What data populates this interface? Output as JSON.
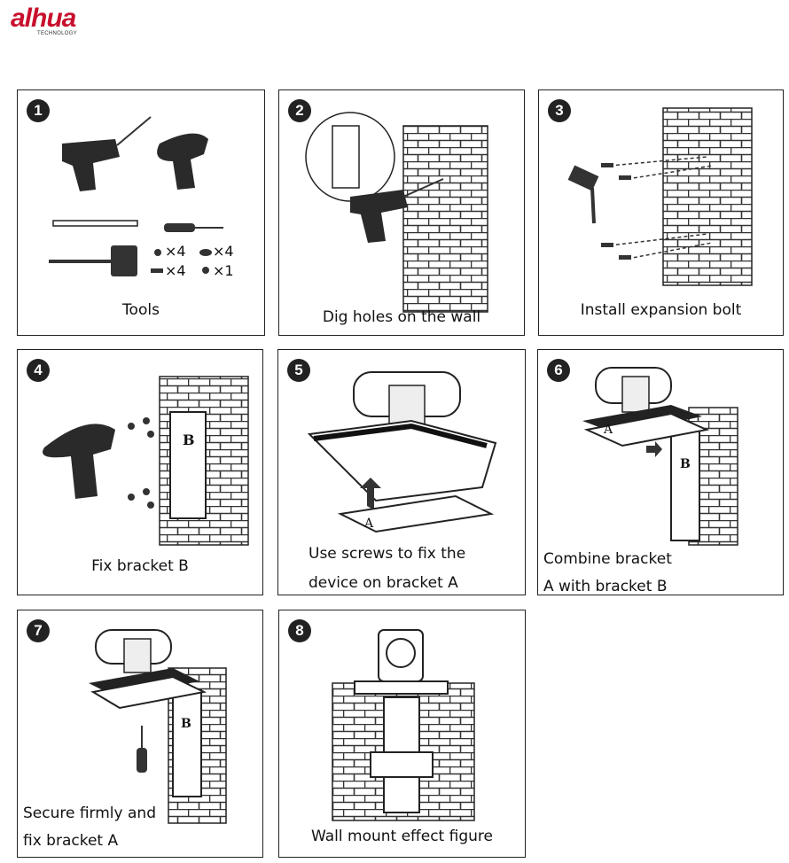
{
  "brand": {
    "name": "alhua",
    "tagline": "TECHNOLOGY",
    "color": "#c8102e"
  },
  "steps": [
    {
      "number": "1",
      "caption": "Tools",
      "quantities": [
        "×4",
        "×4",
        "×4",
        "×1"
      ]
    },
    {
      "number": "2",
      "caption": "Dig holes on the wall"
    },
    {
      "number": "3",
      "caption": "Install expansion bolt"
    },
    {
      "number": "4",
      "caption": "Fix bracket B",
      "bracket_label": "B"
    },
    {
      "number": "5",
      "caption_line1": "Use screws to fix the",
      "caption_line2": "device on bracket A",
      "bracket_label": "A"
    },
    {
      "number": "6",
      "caption_line1": "Combine bracket",
      "caption_line2": "A with bracket B",
      "bracket_label_a": "A",
      "bracket_label_b": "B"
    },
    {
      "number": "7",
      "caption_line1": "Secure firmly and",
      "caption_line2": "fix bracket A",
      "bracket_label": "B"
    },
    {
      "number": "8",
      "caption": "Wall mount effect figure"
    }
  ]
}
